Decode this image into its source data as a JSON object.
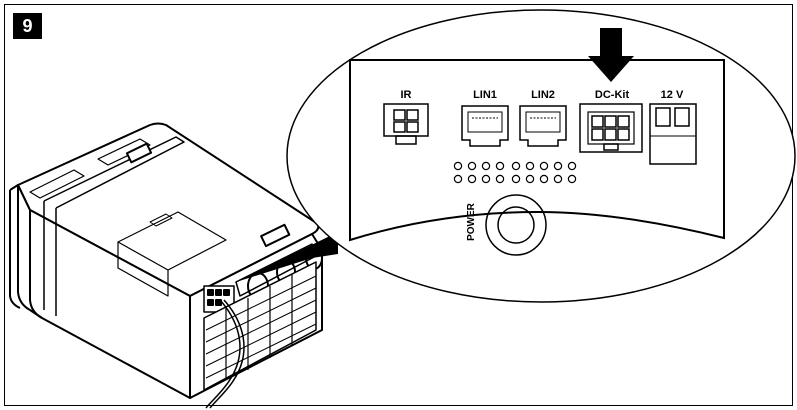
{
  "figure": {
    "step_number": "9"
  },
  "panel": {
    "ports": {
      "ir": "IR",
      "lin1": "LIN1",
      "lin2": "LIN2",
      "dc_kit": "DC-Kit",
      "v12": "12 V"
    },
    "power_label": "POWER",
    "highlighted_port": "DC-Kit"
  },
  "icons": {
    "pointer": "down-arrow-icon"
  },
  "colors": {
    "line": "#000000",
    "background": "#ffffff",
    "badge": "#000000"
  }
}
